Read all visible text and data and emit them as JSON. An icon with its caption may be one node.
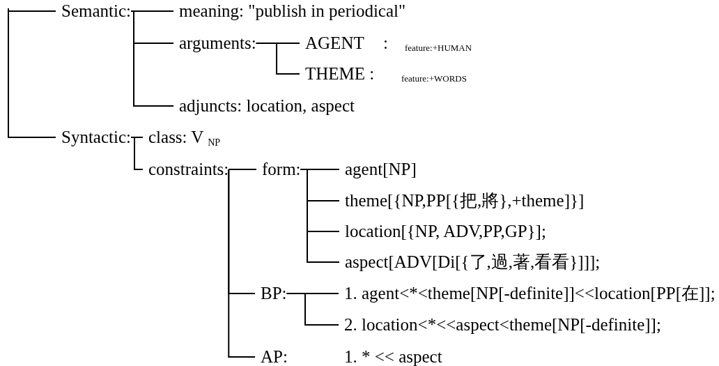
{
  "diagram": {
    "nodes": [
      {
        "text": [
          "Semantic:"
        ]
      },
      {
        "text": [
          "meaning: \"publish in periodical\""
        ]
      },
      {
        "text": [
          "arguments:"
        ]
      },
      {
        "text": [
          "AGENT"
        ],
        "beside": [
          ":"
        ]
      },
      {
        "text": [
          "THEME :"
        ]
      },
      {
        "text": [
          "adjuncts: location, aspect"
        ]
      },
      {
        "text": [
          "Syntactic:"
        ]
      },
      {
        "text": [
          "class: V $_{NP}$"
        ]
      },
      {
        "text": [
          "constraints:"
        ]
      },
      {
        "text": [
          "form:"
        ]
      },
      {
        "text": [
          "agent[NP]"
        ]
      },
      {
        "text": [
          "theme[{NP,PP[{把,將},+theme]}]"
        ]
      },
      {
        "text": [
          "location[{NP, ADV,PP,GP}];"
        ]
      },
      {
        "text": [
          "aspect[ADV[Di[{了,過,著,看看}]]];"
        ]
      },
      {
        "text": [
          "BP:"
        ]
      },
      {
        "text": [
          "1. agent<*<theme[NP[-definite]]<<location[PP[在]];"
        ]
      },
      {
        "text": [
          "2. location<*<<aspect<theme[NP[-definite]];"
        ]
      },
      {
        "text": [
          "AP:"
        ]
      },
      {
        "text": [
          "1. * << aspect"
        ]
      }
    ],
    "edges": [
      {
        "from": null,
        "to": 0,
        "arrow": "none"
      },
      {
        "from": null,
        "to": 6,
        "arrow": "none"
      },
      {
        "from": 0,
        "to": 1,
        "arrow": "none"
      },
      {
        "from": 0,
        "to": 2,
        "arrow": "none"
      },
      {
        "from": 0,
        "to": 5,
        "arrow": "none"
      },
      {
        "from": 2,
        "to": 3,
        "arrow": "none"
      },
      {
        "from": 2,
        "to": 4,
        "arrow": "none"
      },
      {
        "from": 6,
        "to": 7,
        "arrow": "none"
      },
      {
        "from": 6,
        "to": 8,
        "arrow": "none"
      },
      {
        "from": 8,
        "to": 9,
        "arrow": "none"
      },
      {
        "from": 8,
        "to": 14,
        "arrow": "none"
      },
      {
        "from": 8,
        "to": 17,
        "arrow": "none"
      },
      {
        "from": 9,
        "to": 10,
        "arrow": "none"
      },
      {
        "from": 9,
        "to": 11,
        "arrow": "none"
      },
      {
        "from": 9,
        "to": 12,
        "arrow": "none"
      },
      {
        "from": 9,
        "to": 13,
        "arrow": "none"
      },
      {
        "from": 14,
        "to": 15,
        "arrow": "none"
      },
      {
        "from": 14,
        "to": 16,
        "arrow": "none"
      }
    ],
    "labels": [
      "feature:+HUMAN",
      "feature:+WORDS"
    ]
  }
}
